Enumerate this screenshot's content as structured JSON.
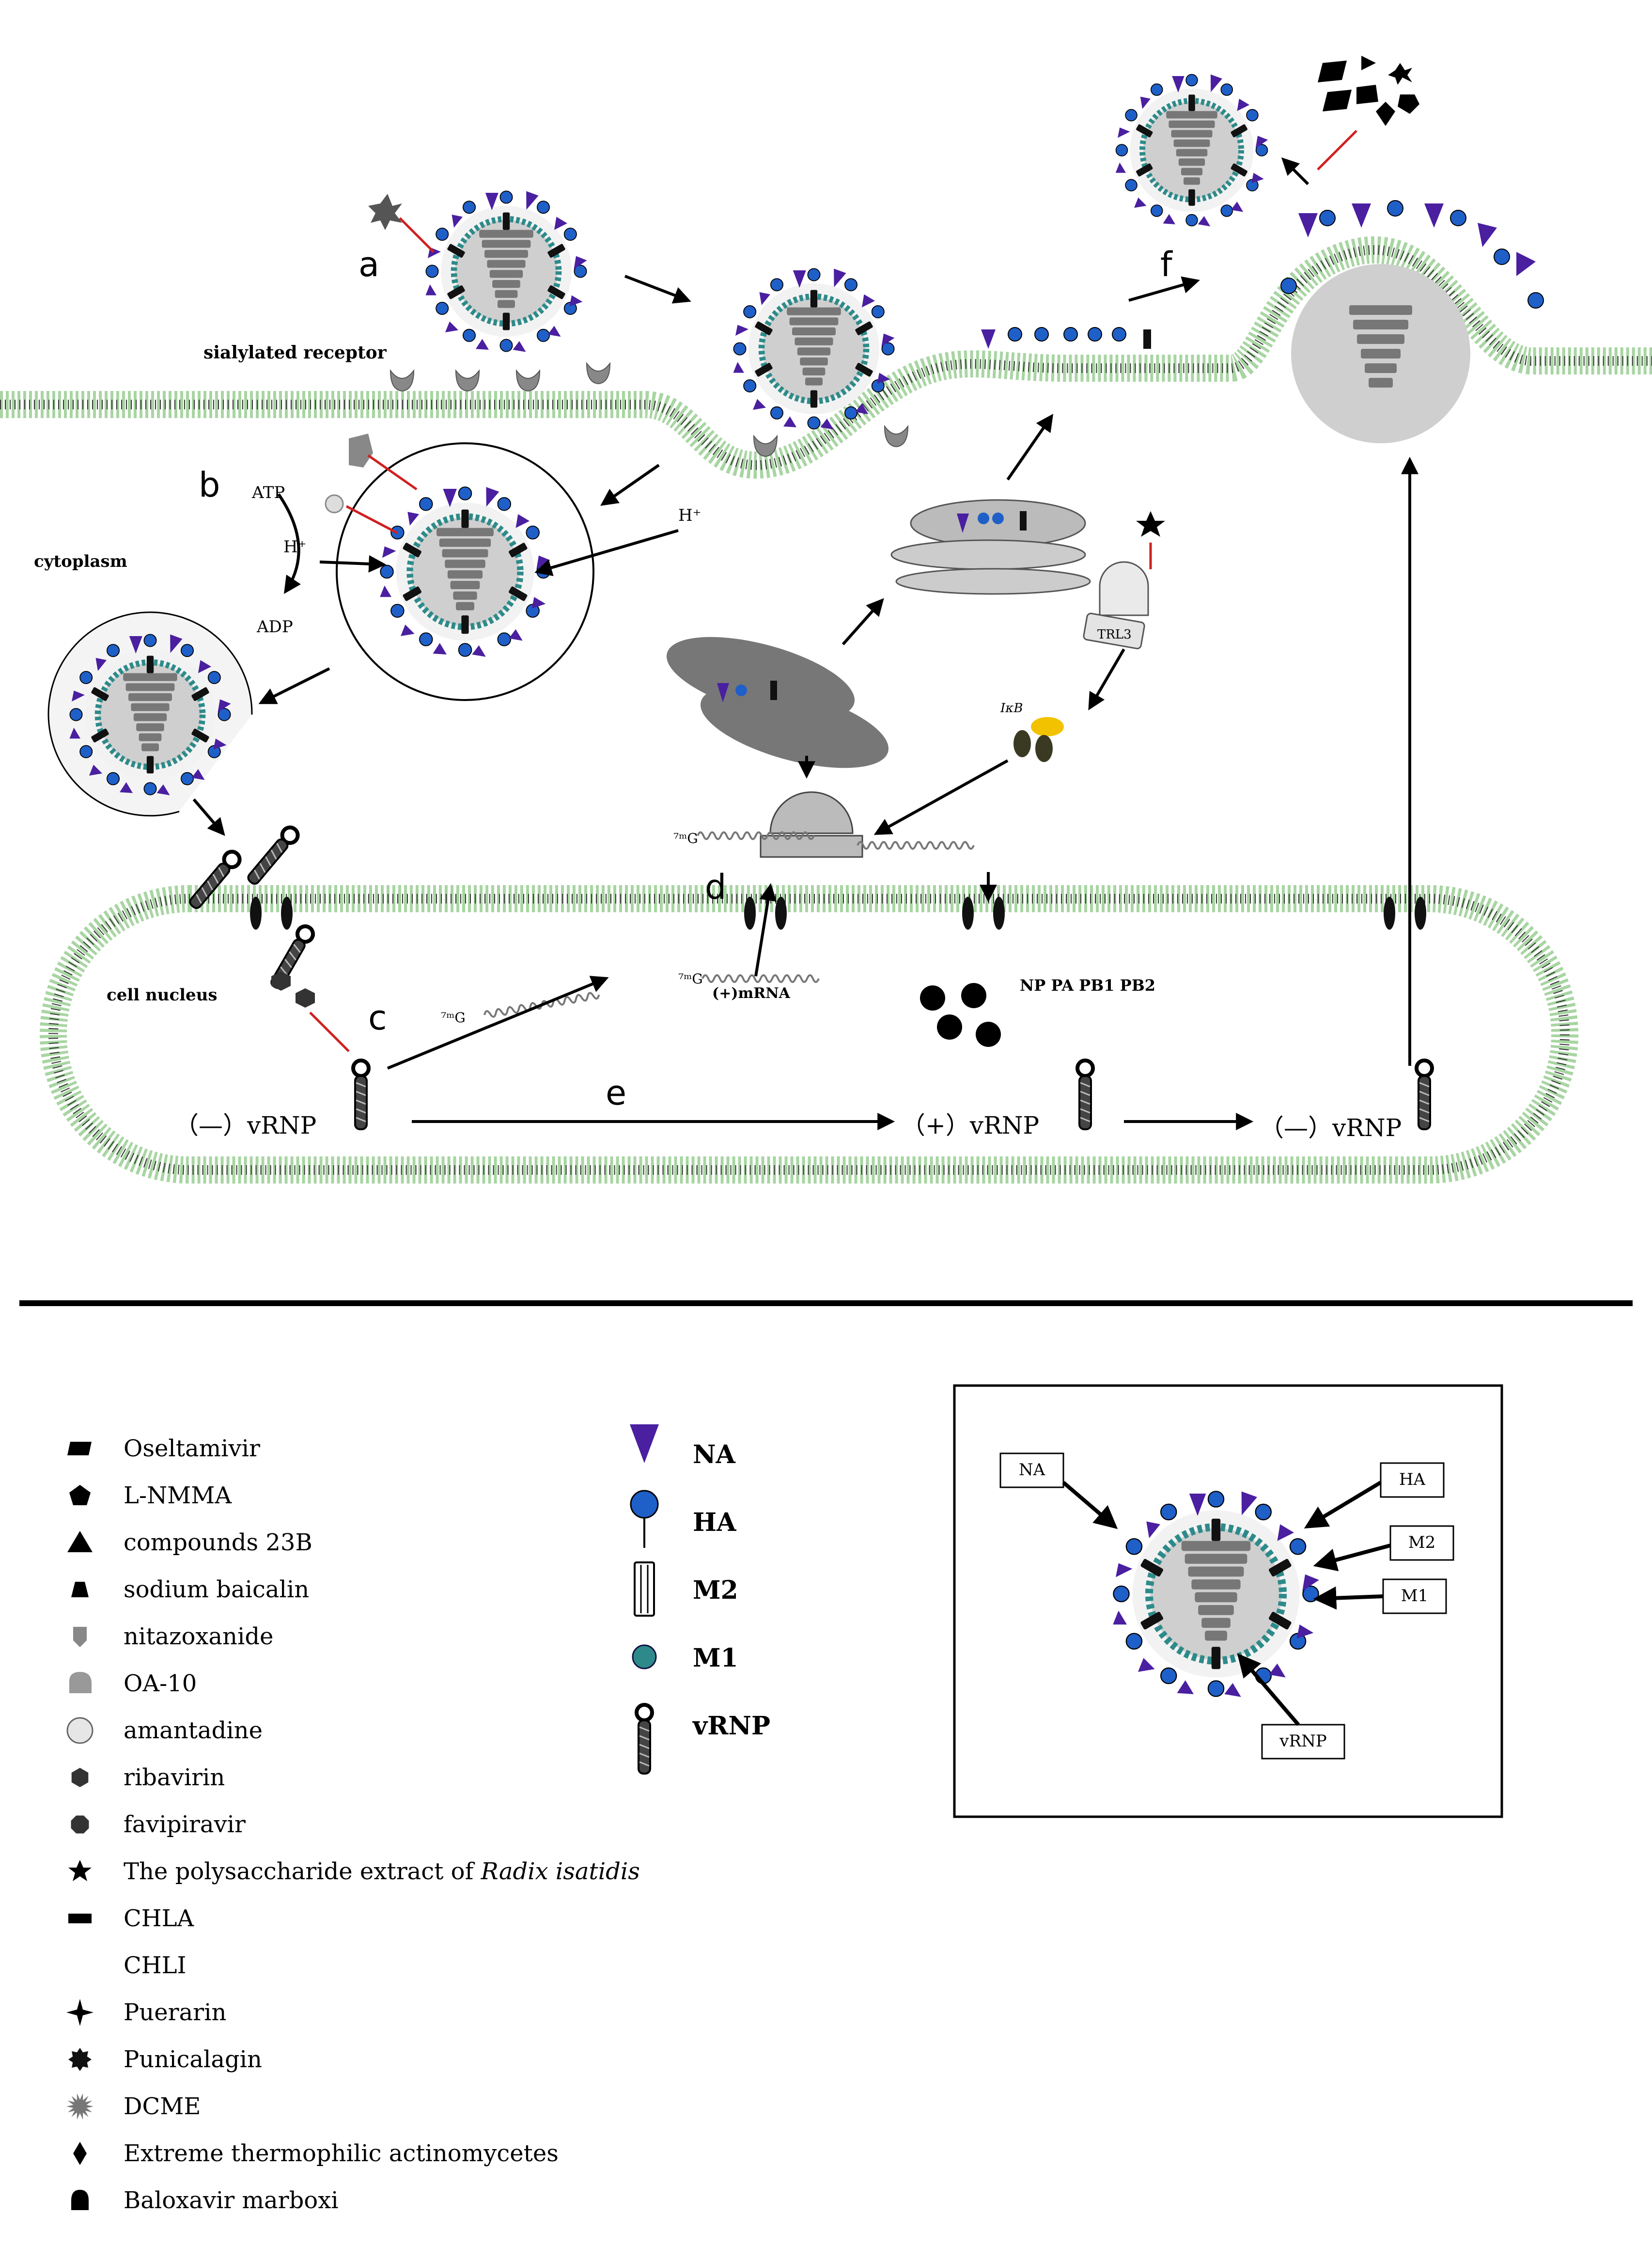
{
  "step_labels": {
    "a": "a",
    "b": "b",
    "c": "c",
    "d": "d",
    "e": "e",
    "f": "f"
  },
  "labels": {
    "sialylated_receptor": "sialylated receptor",
    "cytoplasm": "cytoplasm",
    "cell_nucleus": "cell nucleus",
    "atp": "ATP",
    "h_plus": "H⁺",
    "h_plus_right": "H⁺",
    "adp": "ADP",
    "trl3": "TRL3",
    "ikb": "IκB",
    "cap_7mg_1": "⁷ᵐG",
    "cap_7mg_2": "⁷ᵐG",
    "cap_7mg_3": "⁷ᵐG",
    "plus_mrna": "(+)mRNA",
    "np_pa_pb1_pb2": "NP PA PB1 PB2",
    "minus_vrnp_1": "（—）vRNP",
    "plus_vrnp": "（+）vRNP",
    "minus_vrnp_2": "（—）vRNP"
  },
  "drug_legend": [
    {
      "name": "Oseltamivir",
      "icon": "parallelogram"
    },
    {
      "name": "L-NMMA",
      "icon": "pentagon"
    },
    {
      "name": "compounds 23B",
      "icon": "triangle"
    },
    {
      "name": "sodium baicalin",
      "icon": "trapezoid"
    },
    {
      "name": "nitazoxanide",
      "icon": "shield"
    },
    {
      "name": "OA-10",
      "icon": "rounded-blob"
    },
    {
      "name": "amantadine",
      "icon": "circle"
    },
    {
      "name": "ribavirin",
      "icon": "hexagon"
    },
    {
      "name": "favipiravir",
      "icon": "octagon"
    },
    {
      "name": "The polysaccharide extract of ",
      "name_italic": "Radix isatidis",
      "icon": "star"
    },
    {
      "name": "CHLA",
      "icon": "bar"
    },
    {
      "name": "CHLI",
      "icon": "none"
    },
    {
      "name": "Puerarin",
      "icon": "four-point-star"
    },
    {
      "name": "Punicalagin",
      "icon": "badge"
    },
    {
      "name": "DCME",
      "icon": "spiky-burst"
    },
    {
      "name": "Extreme thermophilic actinomycetes",
      "icon": "diamond"
    },
    {
      "name": "Baloxavir marboxi",
      "icon": "arch"
    }
  ],
  "protein_legend": [
    {
      "name": "NA",
      "icon": "na-triangle"
    },
    {
      "name": "HA",
      "icon": "ha-lollipop"
    },
    {
      "name": "M2",
      "icon": "m2-channel"
    },
    {
      "name": "M1",
      "icon": "m1-bead"
    },
    {
      "name": "vRNP",
      "icon": "vrnp-coil"
    }
  ],
  "inset_labels": {
    "na": "NA",
    "ha": "HA",
    "m2": "M2",
    "m1": "M1",
    "vrnp": "vRNP"
  },
  "colors": {
    "na_purple": "#4a1fa0",
    "ha_blue": "#1f5fc8",
    "m1_teal": "#2e8a8a",
    "membrane_green": "#a8d5a2",
    "inhibitor_red": "#d02020",
    "capsid_gray": "#cccccc",
    "core_gray": "#777777"
  }
}
